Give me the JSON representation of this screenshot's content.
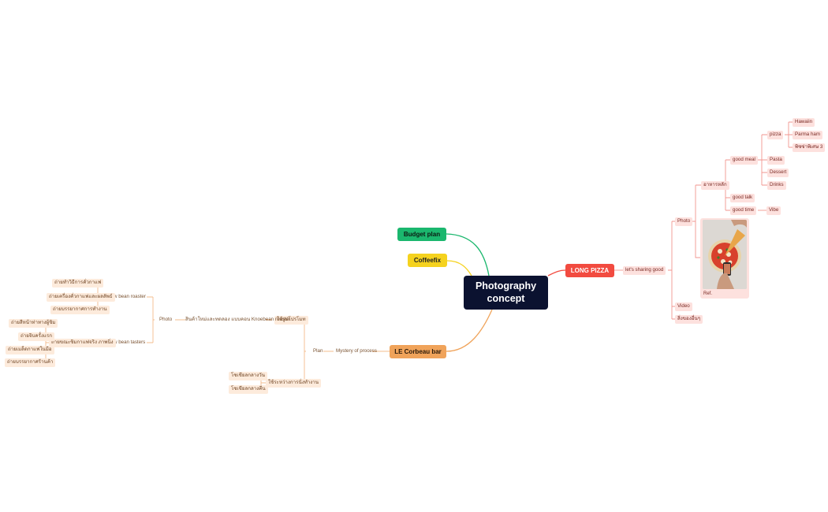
{
  "root": {
    "line1": "Photography",
    "line2": "concept"
  },
  "branches": {
    "budget": "Budget plan",
    "coffee": "Coffeefix",
    "pizza": "LONG PIZZA",
    "corbeau": "LE Corbeau bar"
  },
  "pizza_branch": {
    "sharing": "let's sharing good",
    "photo": "Photo",
    "video": "Video",
    "other": "สิ่งของอื่นๆ",
    "category": "อาหารหลัก",
    "good_meal": "good meal",
    "pizza": "pizza",
    "hawaiin": "Hawaiin",
    "parma": "Parma ham",
    "special": "พิซซ่าพิเศษ 3",
    "pasta": "Pasta",
    "dessert": "Dessert",
    "drinks": "Drinks",
    "good_talk": "good talk",
    "good_time": "good time",
    "vibe": "Vibe",
    "ref": "Ref."
  },
  "corbeau_branch": {
    "plan": "Plan",
    "mystery": "Mystery of process",
    "line_a": "ใช้รูปโปรโมท",
    "line_b": "ใช้ระหว่างการนั่งทำงาน",
    "b_a": "โซเชียลกลางวัน",
    "b_b": "โซเชียลกลางคืน",
    "concept": "สินค้าใหม่และทดลอง แบบคอน Knoebean roaster",
    "photo": "Photo",
    "roaster": "Know bean roaster",
    "tasters": "Know bean tasters",
    "r1": "ถ่ายทำวิธีการคั่วกาแฟ",
    "r2": "ถ่ายเครื่องคั่วกาแฟและผลลัพธ์",
    "r3": "ถ่ายบรรยากาศการทำงาน",
    "t_mid": "ถ่ายขณะชิมกาแฟจริง ภาพนิ่ง",
    "t1": "ถ่ายสีหน้าท่าทางผู้ชิม",
    "t2": "ถ่ายจิบครั้งแรก",
    "t3": "ถ่ายเมล็ดกาแฟในมือ",
    "t4": "ถ่ายบรรยากาศร้านค้า"
  },
  "colors": {
    "root": "#0b1230",
    "budget": "#1bb76e",
    "coffee": "#f5d21e",
    "pizza": "#f24b40",
    "corbeau": "#f0a35a"
  }
}
